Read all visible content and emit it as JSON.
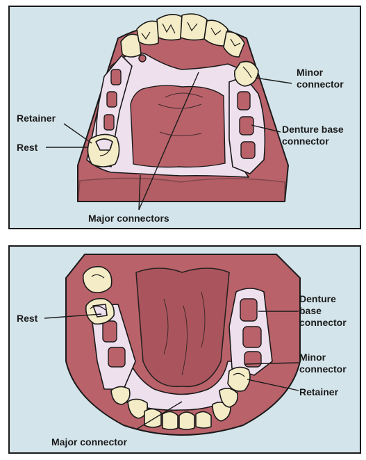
{
  "top_diagram": {
    "labels": {
      "minor_connector": "Minor\nconnector",
      "retainer": "Retainer",
      "rest": "Rest",
      "denture_base_connector": "Denture base\nconnector",
      "major_connectors": "Major connectors"
    }
  },
  "bottom_diagram": {
    "labels": {
      "rest": "Rest",
      "denture_base_connector": "Denture\nbase\nconnector",
      "minor_connector": "Minor\nconnector",
      "retainer": "Retainer",
      "major_connector": "Major connector"
    }
  },
  "colors": {
    "panel_background": "#d3e4ea",
    "soft_tissue": "#b9626a",
    "metal_framework": "#efe0ee",
    "teeth": "#f4ecc6"
  }
}
